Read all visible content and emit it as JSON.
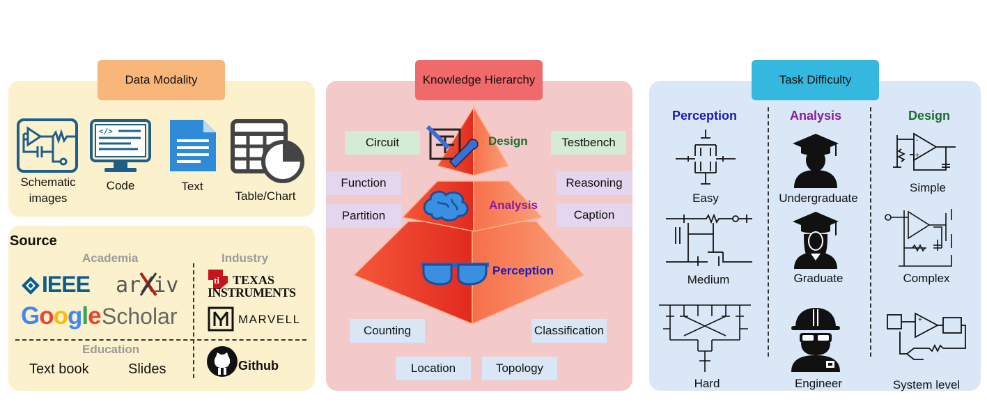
{
  "colors": {
    "modality_bg": "#fbf1cc",
    "modality_hdr": "#f9b67a",
    "knowledge_bg": "#f4c9c9",
    "knowledge_hdr": "#f06a6c",
    "task_bg": "#d9e7f7",
    "task_hdr": "#35b8e0",
    "perception": "#1a1ab8",
    "analysis": "#8a1a9e",
    "design": "#1f6b2e"
  },
  "modality": {
    "title": "Data Modality",
    "items": [
      {
        "icon": "schematic-icon",
        "line1": "Schematic",
        "line2": "images"
      },
      {
        "icon": "code-monitor-icon",
        "line1": "Code"
      },
      {
        "icon": "text-document-icon",
        "line1": "Text"
      },
      {
        "icon": "table-chart-icon",
        "line1": "Table/Chart"
      }
    ]
  },
  "source": {
    "title": "Source",
    "academia": "Academia",
    "industry": "Industry",
    "education": "Education",
    "ieee": "IEEE",
    "arxiv": "arXiv",
    "google": "Google",
    "scholar": "Scholar",
    "ti_line1": "Texas",
    "ti_line2": "Instruments",
    "marvell": "MARVELL",
    "textbook": "Text book",
    "slides": "Slides",
    "github": "Github"
  },
  "knowledge": {
    "title": "Knowledge Hierarchy",
    "design": "Design",
    "analysis": "Analysis",
    "perception": "Perception",
    "tags": {
      "circuit": "Circuit",
      "testbench": "Testbench",
      "function": "Function",
      "reasoning": "Reasoning",
      "partition": "Partition",
      "caption": "Caption",
      "counting": "Counting",
      "classification": "Classification",
      "location": "Location",
      "topology": "Topology"
    }
  },
  "task": {
    "title": "Task Difficulty",
    "col_perception": "Perception",
    "col_analysis": "Analysis",
    "col_design": "Design",
    "easy": "Easy",
    "medium": "Medium",
    "hard": "Hard",
    "undergraduate": "Undergraduate",
    "graduate": "Graduate",
    "engineer": "Engineer",
    "simple": "Simple",
    "complex": "Complex",
    "system_level": "System level"
  }
}
